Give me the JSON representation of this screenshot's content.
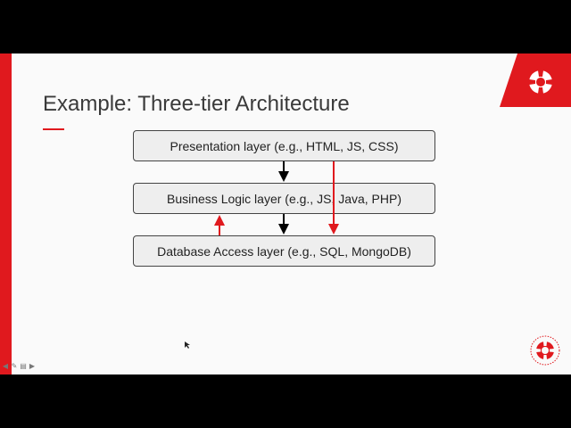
{
  "slide": {
    "title": "Example: Three-tier Architecture",
    "layers": {
      "presentation": "Presentation layer (e.g., HTML, JS, CSS)",
      "business": "Business Logic layer (e.g., JS, Java, PHP)",
      "database": "Database Access layer (e.g., SQL, MongoDB)"
    }
  },
  "colors": {
    "accent": "#e0191e",
    "box_fill": "#eeeeee",
    "box_border": "#444444",
    "title_text": "#3a3a3a",
    "black_arrow": "#000000",
    "red_arrow": "#e0191e"
  },
  "icons": {
    "top_logo": "university-logo-icon",
    "bottom_logo": "university-seal-icon",
    "nav": [
      "prev-arrow-icon",
      "pen-icon",
      "menu-icon",
      "next-arrow-icon"
    ]
  }
}
